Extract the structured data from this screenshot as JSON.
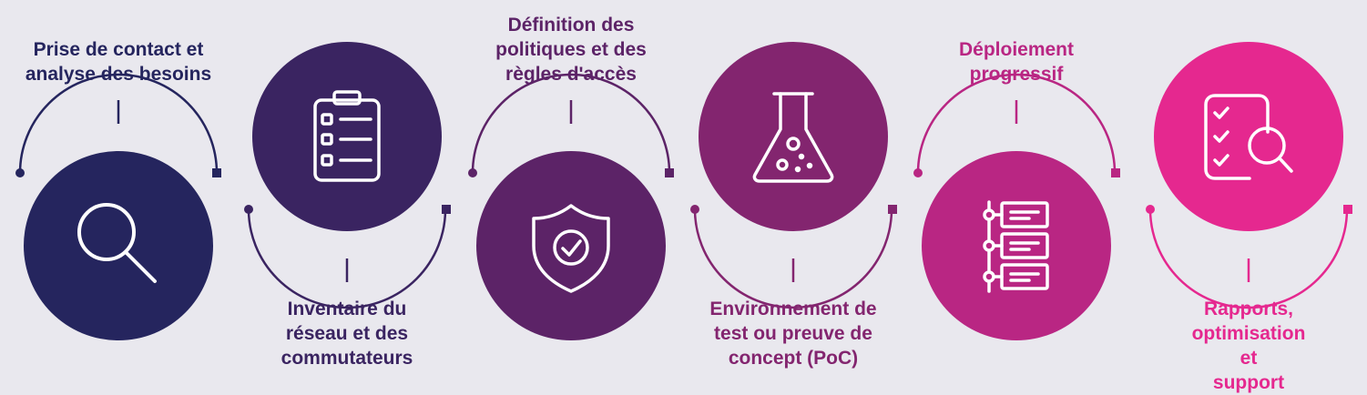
{
  "colors": {
    "background": "#e9e8ee",
    "step_1": "#25255e",
    "step_2": "#3a2461",
    "step_3": "#5c2367",
    "step_4": "#83256f",
    "step_5": "#b92683",
    "step_6": "#e5288f"
  },
  "steps": [
    {
      "label": "Prise de contact et\nanalyse des besoins",
      "icon": "magnifier-icon",
      "color": "#25255e"
    },
    {
      "label": "Inventaire du\nréseau et des\ncommutateurs",
      "icon": "clipboard-checklist-icon",
      "color": "#3a2461"
    },
    {
      "label": "Définition des\npolitiques et des\nrègles d'accès",
      "icon": "shield-check-icon",
      "color": "#5c2367"
    },
    {
      "label": "Environnement de\ntest ou preuve de\nconcept (PoC)",
      "icon": "flask-icon",
      "color": "#83256f"
    },
    {
      "label": "Déploiement\nprogressif",
      "icon": "hierarchy-list-icon",
      "color": "#b92683"
    },
    {
      "label": "Rapports,\noptimisation et\nsupport",
      "icon": "document-search-icon",
      "color": "#e5288f"
    }
  ]
}
